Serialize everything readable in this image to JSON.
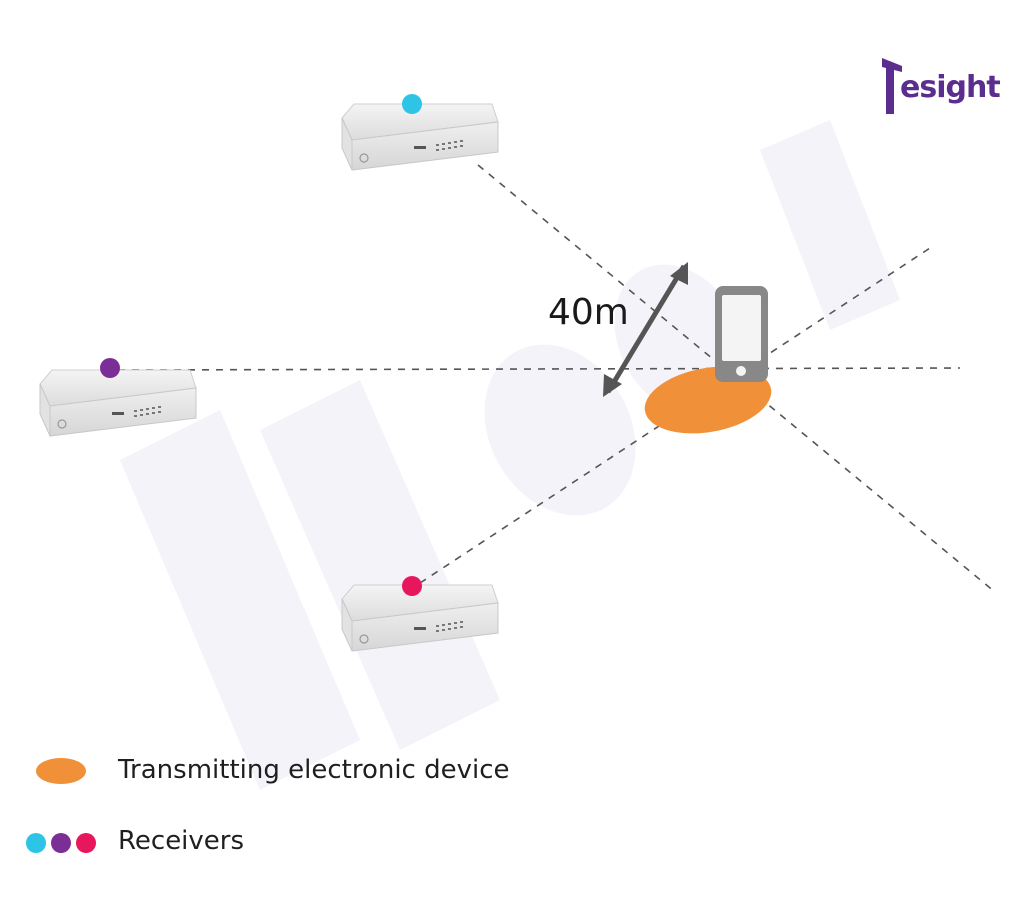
{
  "logo": {
    "text": "esight",
    "color": "#5b2d8e"
  },
  "distance_label": "40m",
  "legend": {
    "transmitter_label": "Transmitting electronic device",
    "receivers_label": "Receivers"
  },
  "colors": {
    "transmitter": "#f0913a",
    "receiver_cyan": "#2ec4e6",
    "receiver_purple": "#7b2f96",
    "receiver_pink": "#e8175d",
    "phone": "#888888",
    "dashed_line": "#555555"
  },
  "receivers": [
    {
      "name": "top",
      "color_key": "receiver_cyan"
    },
    {
      "name": "left",
      "color_key": "receiver_purple"
    },
    {
      "name": "bottom",
      "color_key": "receiver_pink"
    }
  ]
}
